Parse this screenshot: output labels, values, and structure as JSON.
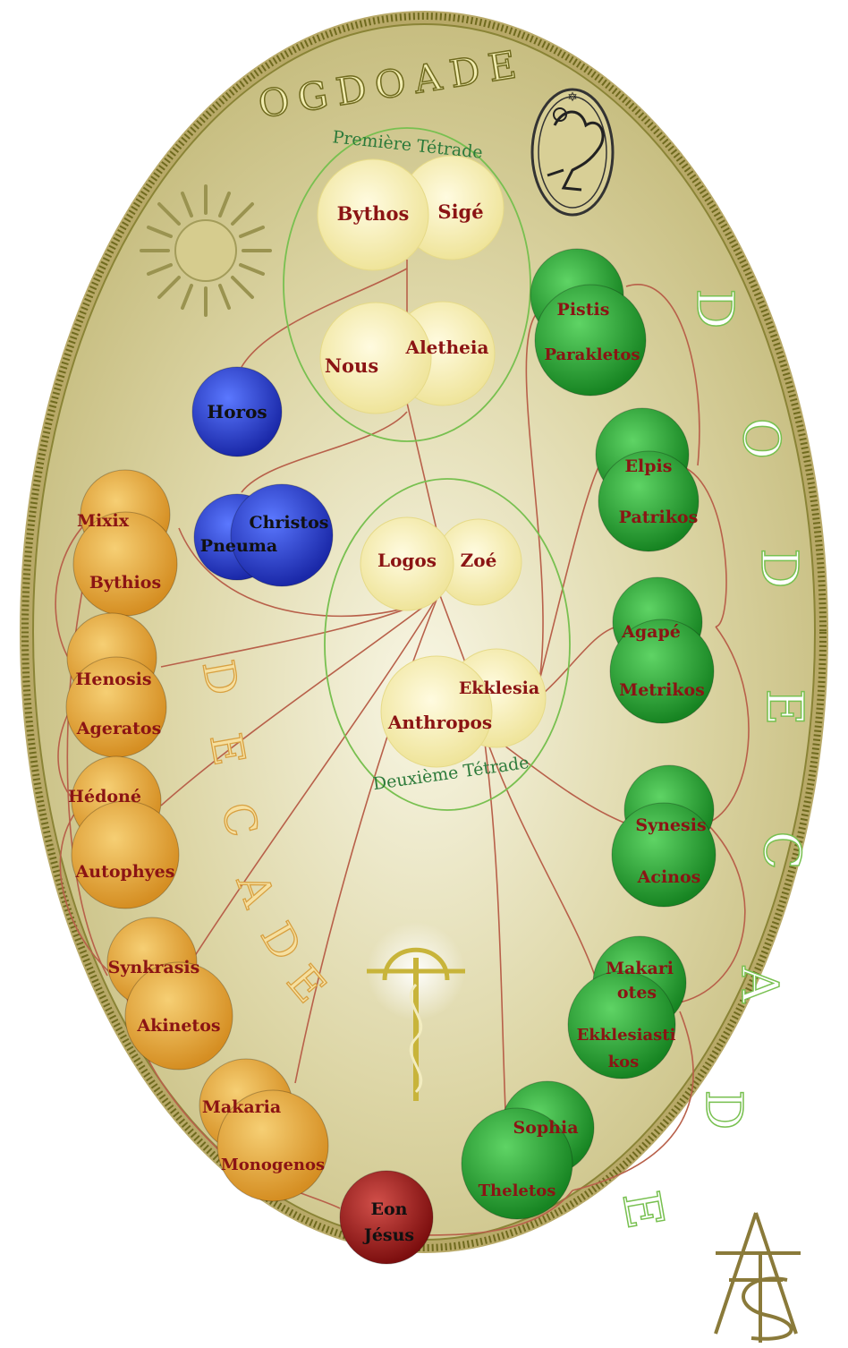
{
  "title": "OGDOADE",
  "side_labels": {
    "dodecade": [
      "D",
      "O",
      "D",
      "E",
      "C",
      "A",
      "D",
      "E"
    ],
    "decade": [
      "D",
      "E",
      "C",
      "A",
      "D",
      "E"
    ]
  },
  "tetrads": {
    "first": "Première Tétrade",
    "second": "Deuxième Tétrade"
  },
  "colors": {
    "background_oval": "#cdc48c",
    "oval_border": "#8a8a2a",
    "pleroma_pale": "#f4efb0",
    "ochre": "#e2a43a",
    "blue": "#2a3fc8",
    "green": "#2ea23a",
    "red": "#8b1414",
    "connector": "#b45a44",
    "tetrad_ring": "#6fbf4a",
    "label_red": "#8b1414",
    "title_green": "#2c7a3a"
  },
  "nodes": {
    "bythos": "Bythos",
    "sige": "Sigé",
    "nous": "Nous",
    "aletheia": "Aletheia",
    "logos": "Logos",
    "zoe": "Zoé",
    "anthropos": "Anthropos",
    "ekklesia": "Ekklesia",
    "horos": "Horos",
    "christos": "Christos",
    "pneuma": "Pneuma",
    "mixix": "Mixix",
    "bythios": "Bythios",
    "henosis": "Henosis",
    "ageratos": "Ageratos",
    "hedone": "Hédoné",
    "autophyes": "Autophyes",
    "synkrasis": "Synkrasis",
    "akinetos": "Akinetos",
    "makaria": "Makaria",
    "monogenos": "Monogenos",
    "pistis": "Pistis",
    "parakletos": "Parakletos",
    "elpis": "Elpis",
    "patrikos": "Patrikos",
    "agape": "Agapé",
    "metrikos": "Metrikos",
    "synesis": "Synesis",
    "acinos": "Acinos",
    "makariotes_1": "Makari",
    "makariotes_2": "otes",
    "ekklesiastikos_1": "Ekklesiasti",
    "ekklesiastikos_2": "kos",
    "sophia": "Sophia",
    "theletos": "Theletos",
    "eon_1": "Eon",
    "eon_2": "Jésus"
  },
  "icons": [
    "sun-icon",
    "gem-seal-icon",
    "cross-serpent-icon",
    "monogram-icon"
  ]
}
